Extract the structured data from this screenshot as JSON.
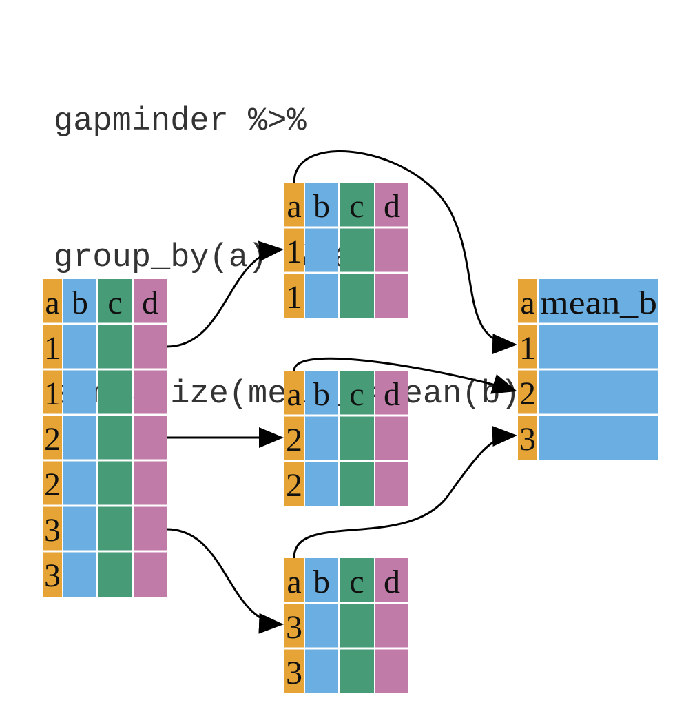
{
  "code": {
    "lines": [
      "gapminder %>%",
      "group_by(a) %>%",
      "summarize(mean_b=mean(b))"
    ]
  },
  "colors": {
    "a": "#E5A435",
    "b": "#6BAEE2",
    "c": "#479B77",
    "d": "#C07BA8",
    "edge": "#000000"
  },
  "source_table": {
    "headers": [
      "a",
      "b",
      "c",
      "d"
    ],
    "a_values": [
      "1",
      "1",
      "2",
      "2",
      "3",
      "3"
    ]
  },
  "groups": [
    {
      "headers": [
        "a",
        "b",
        "c",
        "d"
      ],
      "a_values": [
        "1",
        "1"
      ]
    },
    {
      "headers": [
        "a",
        "b",
        "c",
        "d"
      ],
      "a_values": [
        "2",
        "2"
      ]
    },
    {
      "headers": [
        "a",
        "b",
        "c",
        "d"
      ],
      "a_values": [
        "3",
        "3"
      ]
    }
  ],
  "result_table": {
    "headers": [
      "a",
      "mean_b"
    ],
    "a_values": [
      "1",
      "2",
      "3"
    ]
  }
}
